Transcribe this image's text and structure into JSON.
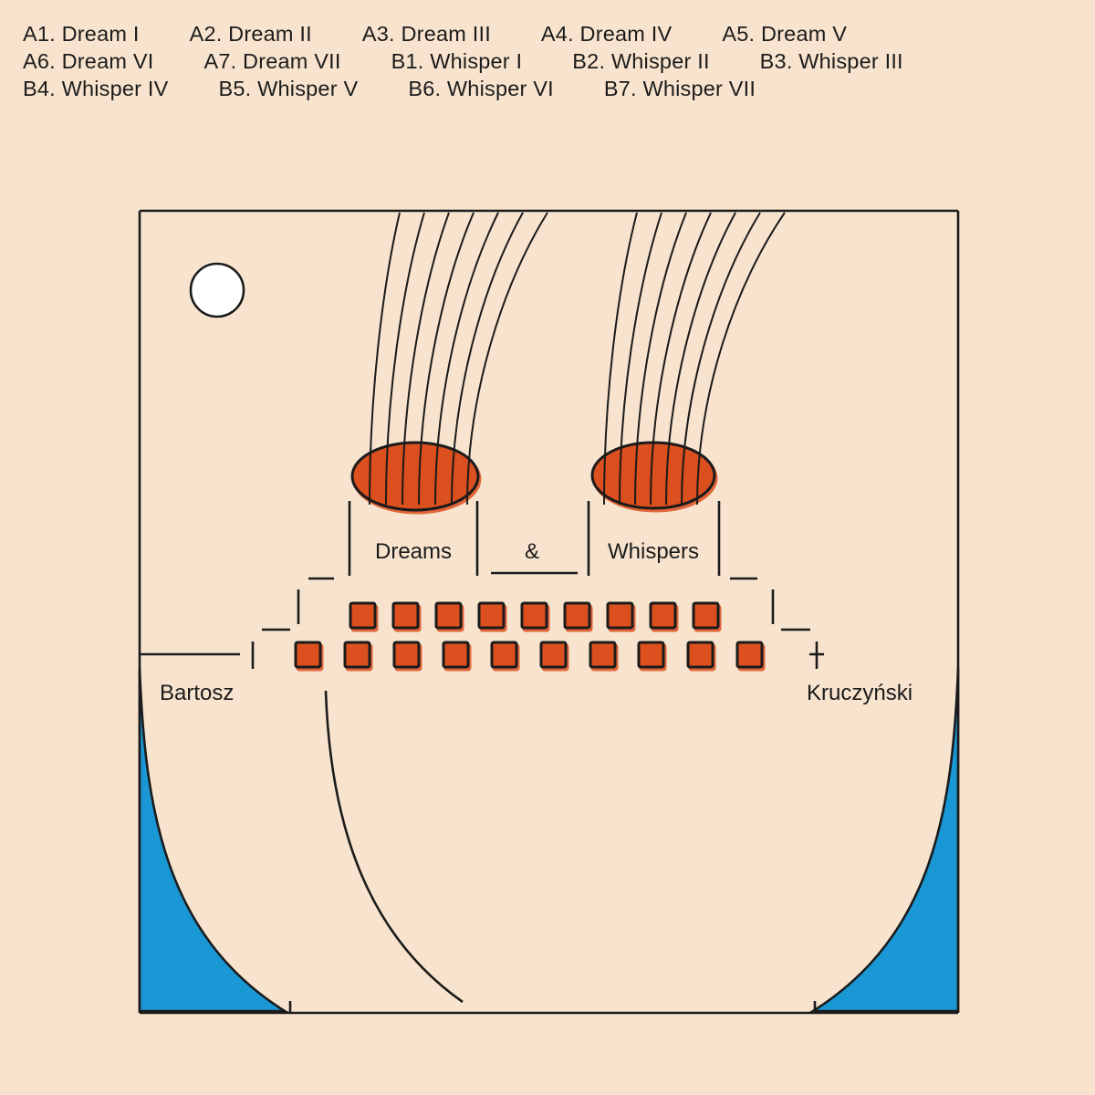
{
  "tracklist": {
    "rows": [
      [
        "A1. Dream I",
        "A2. Dream II",
        "A3. Dream III",
        "A4. Dream IV",
        "A5. Dream V"
      ],
      [
        "A6. Dream VI",
        "A7. Dream VII",
        "B1. Whisper I",
        "B2. Whisper II",
        "B3. Whisper III"
      ],
      [
        "B4. Whisper IV",
        "B5. Whisper V",
        "B6. Whisper VI",
        "B7. Whisper VII"
      ]
    ]
  },
  "artwork": {
    "title": {
      "left": "Dreams",
      "ampersand": "&",
      "right": "Whispers"
    },
    "artist": {
      "first": "Bartosz",
      "last": "Kruczyński"
    }
  },
  "colors": {
    "background": "#f8e4ce",
    "ink": "#1b1b1b",
    "orange": "#dc4f1e",
    "blue": "#1a97d5",
    "white": "#ffffff"
  }
}
